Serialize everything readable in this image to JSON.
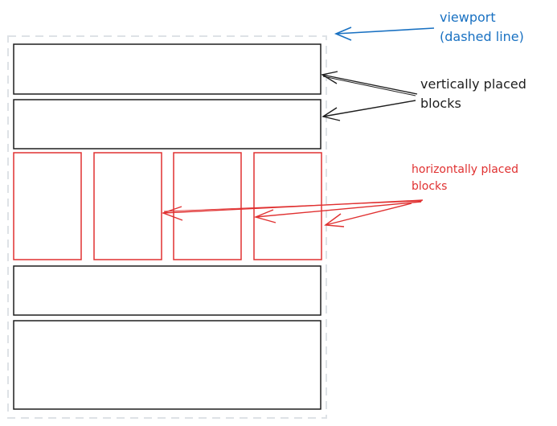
{
  "diagram": {
    "annotations": {
      "viewport": {
        "line1": "viewport",
        "line2": "(dashed line)",
        "color": "#1971c2"
      },
      "vertical": {
        "line1": "vertically placed",
        "line2": "blocks",
        "color": "#1e1e1e"
      },
      "horizontal": {
        "line1": "horizontally placed",
        "line2": "blocks",
        "color": "#e03131"
      }
    },
    "viewport_border_color": "#dee2e6",
    "vertical_blocks_count": 4,
    "horizontal_blocks_count": 4
  }
}
